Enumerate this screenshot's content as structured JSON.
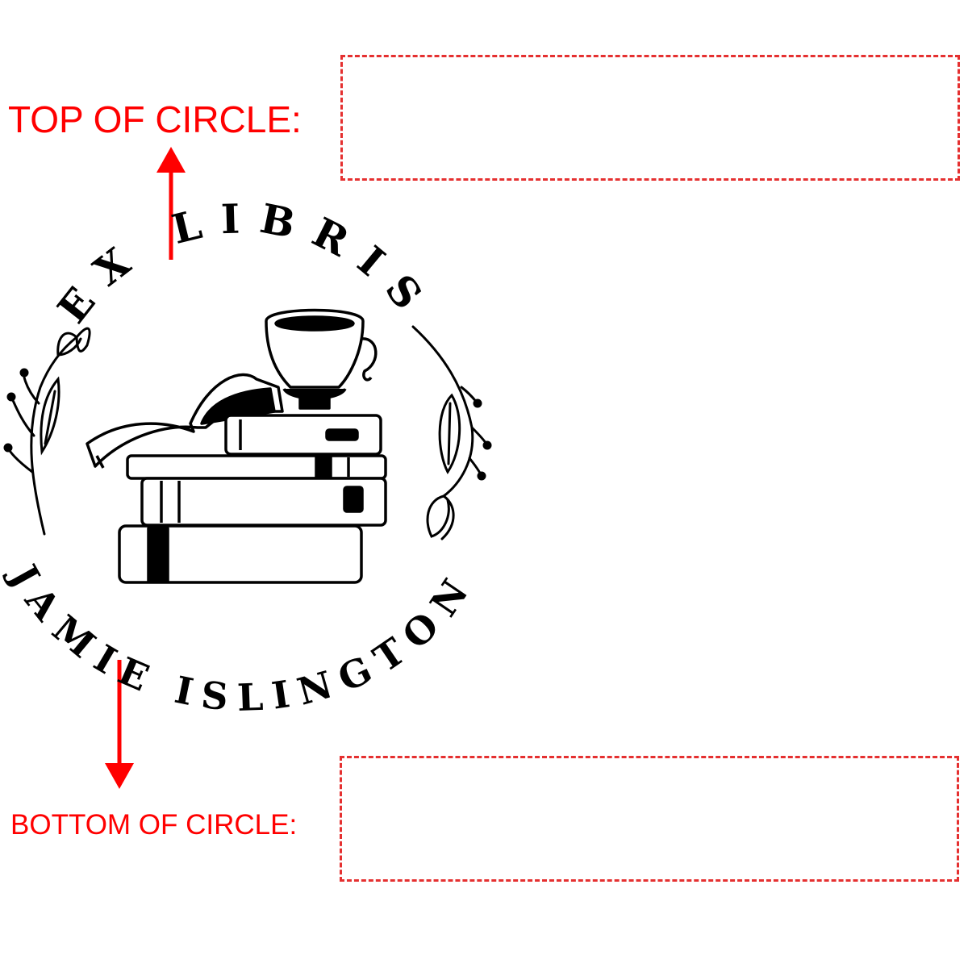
{
  "labels": {
    "top": "TOP OF CIRCLE:",
    "bottom": "BOTTOM OF CIRCLE:"
  },
  "fields": {
    "top_value": "",
    "bottom_value": ""
  },
  "stamp": {
    "top_text": "EX LIBRIS",
    "bottom_text": "JAMIE ISLINGTON"
  },
  "icons": {
    "arrow_up": "arrow-up-icon",
    "arrow_down": "arrow-down-icon",
    "artwork": "books-and-teacup-illustration",
    "laurel": "floral-sprig-icon"
  },
  "colors": {
    "label": "#ff0000",
    "field_border": "#e53030",
    "ink": "#000000"
  }
}
